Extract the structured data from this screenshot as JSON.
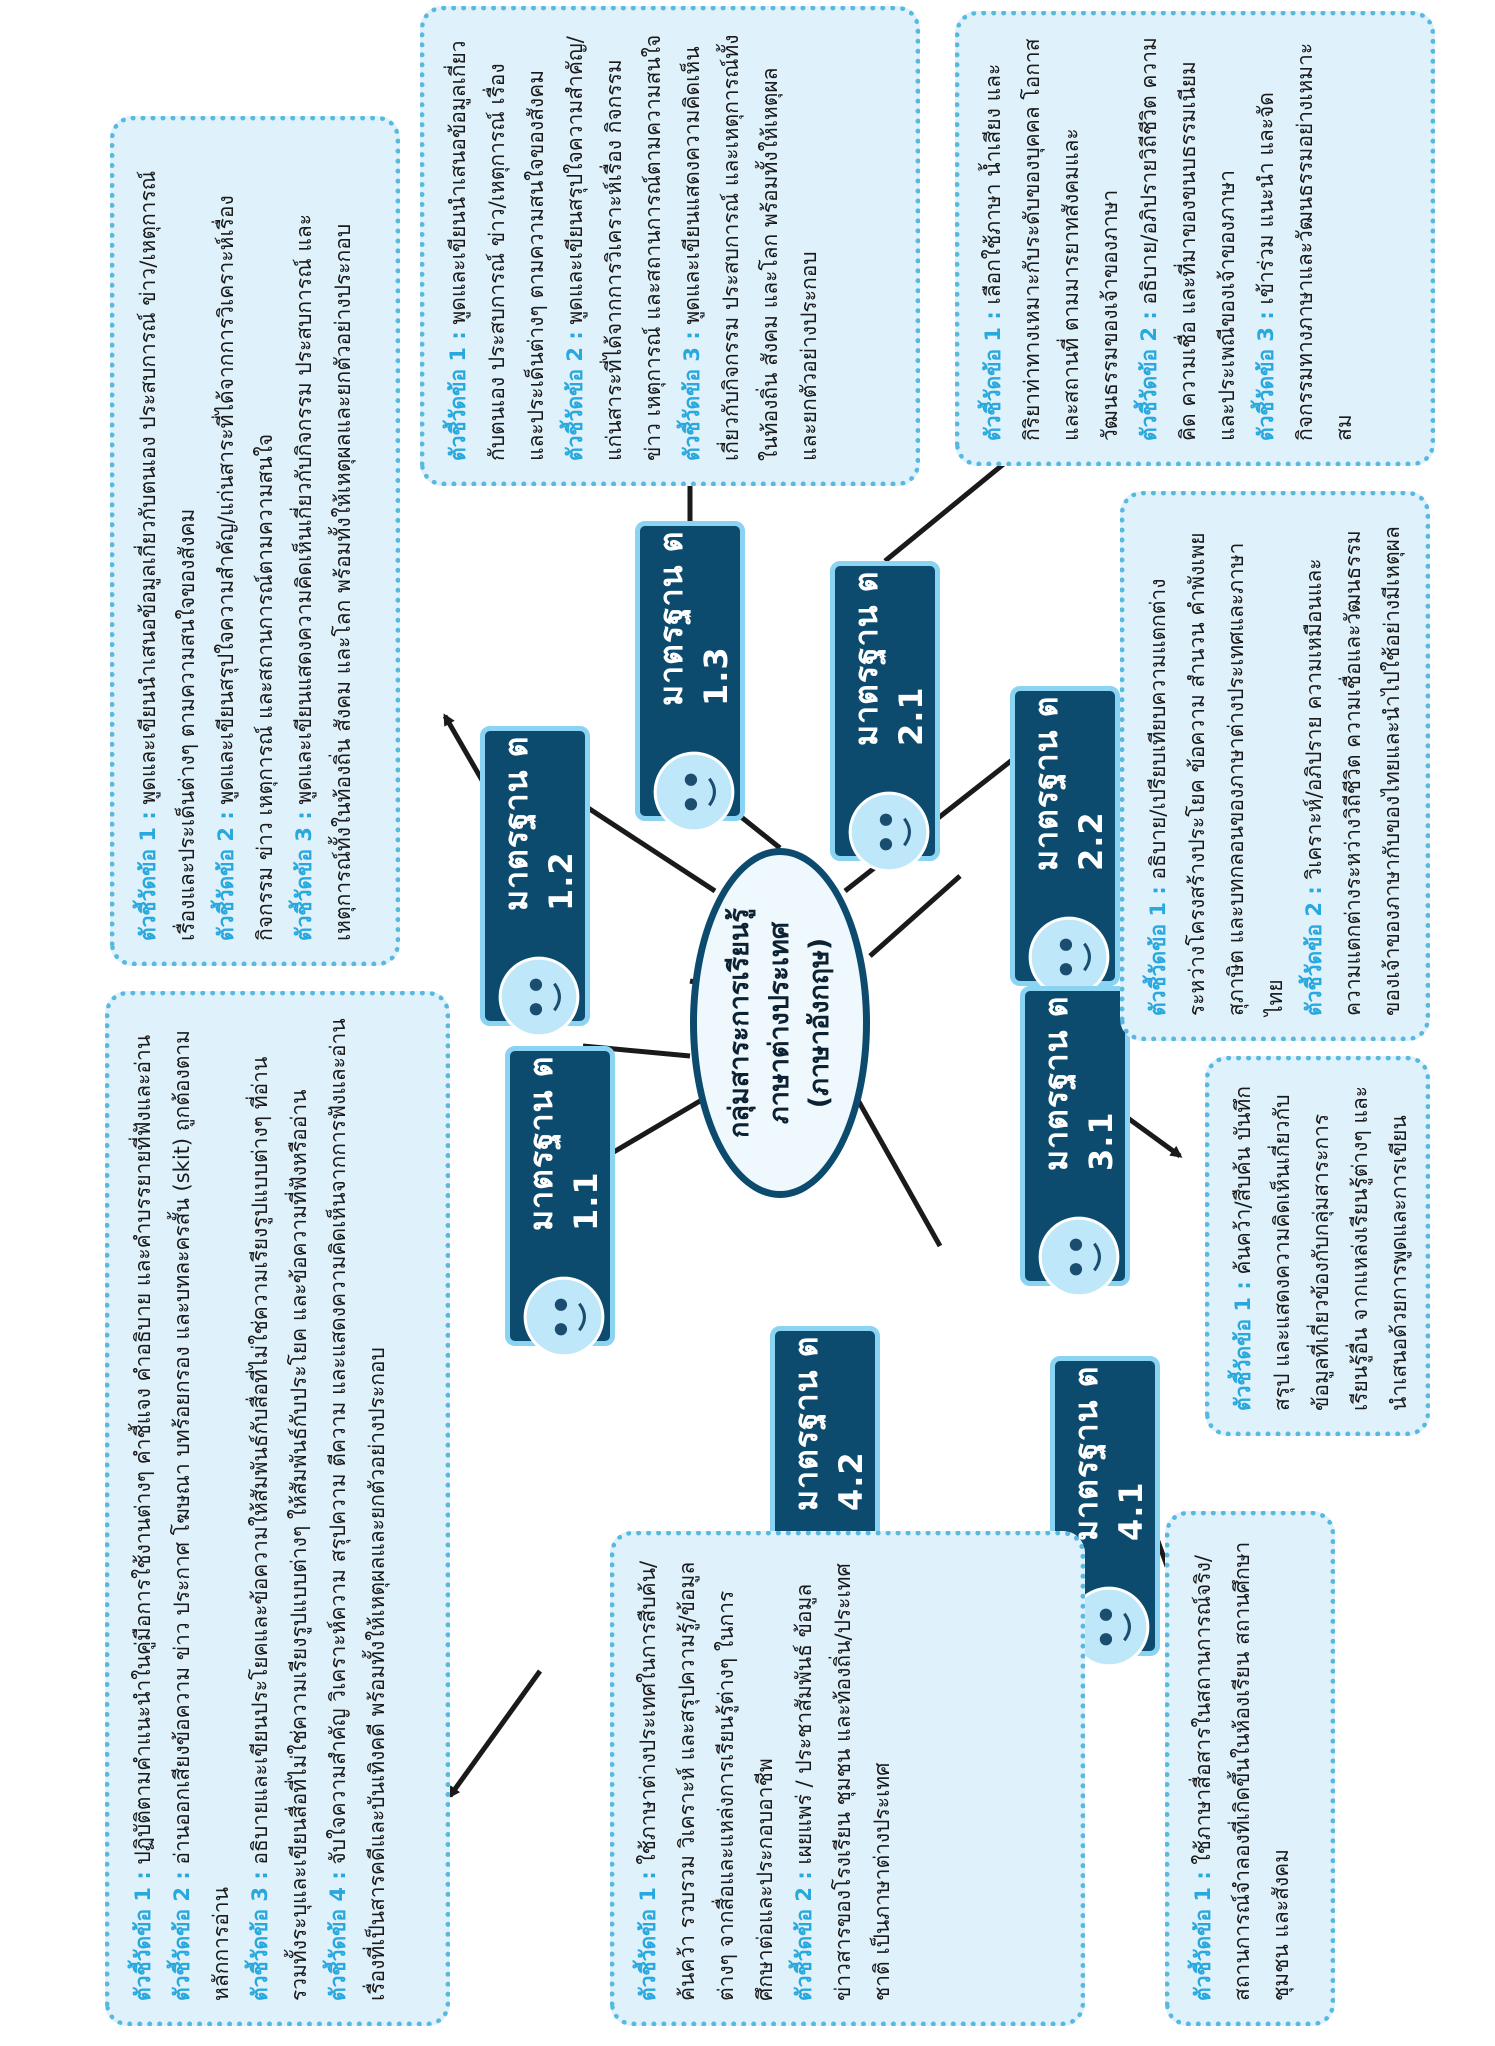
{
  "center": {
    "line1": "กลุ่มสาระการเรียนรู้",
    "line2": "ภาษาต่างประเทศ",
    "line3": "(ภาษาอังกฤษ)"
  },
  "indicator_prefix": "ตัวชี้วัดข้อ",
  "standards": [
    {
      "id": "s11",
      "label": "มาตรฐาน ต 1.1"
    },
    {
      "id": "s12",
      "label": "มาตรฐาน ต 1.2"
    },
    {
      "id": "s13",
      "label": "มาตรฐาน ต 1.3"
    },
    {
      "id": "s21",
      "label": "มาตรฐาน ต 2.1"
    },
    {
      "id": "s22",
      "label": "มาตรฐาน ต 2.2"
    },
    {
      "id": "s31",
      "label": "มาตรฐาน ต 3.1"
    },
    {
      "id": "s41",
      "label": "มาตรฐาน ต 4.1"
    },
    {
      "id": "s42",
      "label": "มาตรฐาน ต 4.2"
    }
  ],
  "boxes": [
    {
      "id": "b11",
      "items": [
        {
          "key": "ตัวชี้วัดข้อ 1 :",
          "text": "ปฏิบัติตามคำแนะนำในคู่มือการใช้งานต่างๆ คำชี้แจง คำอธิบาย และคำบรรยายที่ฟังและอ่าน"
        },
        {
          "key": "ตัวชี้วัดข้อ 2 :",
          "text": "อ่านออกเสียงข้อความ ข่าว ประกาศ โฆษณา บทร้อยกรอง และบทละครสั้น (skit) ถูกต้องตามหลักการอ่าน"
        },
        {
          "key": "ตัวชี้วัดข้อ 3 :",
          "text": "อธิบายและเขียนประโยคและข้อความให้สัมพันธ์กับสื่อที่ไม่ใช่ความเรียงรูปแบบต่างๆ ที่อ่าน รวมทั้งระบุและเขียนสื่อที่ไม่ใช่ความเรียงรูปแบบต่างๆ ให้สัมพันธ์กับประโยค และข้อความที่ฟังหรืออ่าน"
        },
        {
          "key": "ตัวชี้วัดข้อ 4 :",
          "text": "จับใจความสำคัญ วิเคราะห์ความ สรุปความ ตีความ และแสดงความคิดเห็นจากการฟังและอ่านเรื่องที่เป็นสารคดีและบันเทิงคดี พร้อมทั้งให้เหตุผลและยกตัวอย่างประกอบ"
        }
      ]
    },
    {
      "id": "b12",
      "items": [
        {
          "key": "ตัวชี้วัดข้อ 1 :",
          "text": "พูดและเขียนนำเสนอข้อมูลเกี่ยวกับตนเอง ประสบการณ์ ข่าว/เหตุการณ์ เรื่องและประเด็นต่างๆ ตามความสนใจของสังคม"
        },
        {
          "key": "ตัวชี้วัดข้อ 2 :",
          "text": "พูดและเขียนสรุปใจความสำคัญ/แก่นสาระที่ได้จากการวิเคราะห์เรื่อง กิจกรรม ข่าว เหตุการณ์ และสถานการณ์ตามความสนใจ"
        },
        {
          "key": "ตัวชี้วัดข้อ 3 :",
          "text": "พูดและเขียนแสดงความคิดเห็นเกี่ยวกับกิจกรรม ประสบการณ์ และเหตุการณ์ทั้งในท้องถิ่น สังคม และโลก พร้อมทั้งให้เหตุผลและยกตัวอย่างประกอบ"
        }
      ]
    },
    {
      "id": "b13",
      "items": [
        {
          "key": "ตัวชี้วัดข้อ 1 :",
          "text": "พูดและเขียนนำเสนอข้อมูลเกี่ยวกับตนเอง ประสบการณ์ ข่าว/เหตุการณ์ เรื่องและประเด็นต่างๆ ตามความสนใจของสังคม"
        },
        {
          "key": "ตัวชี้วัดข้อ 2 :",
          "text": "พูดและเขียนสรุปใจความสำคัญ/แก่นสาระที่ได้จากการวิเคราะห์เรื่อง กิจกรรม ข่าว เหตุการณ์ และสถานการณ์ตามความสนใจ"
        },
        {
          "key": "ตัวชี้วัดข้อ 3 :",
          "text": "พูดและเขียนแสดงความคิดเห็นเกี่ยวกับกิจกรรม ประสบการณ์ และเหตุการณ์ทั้งในท้องถิ่น สังคม และโลก พร้อมทั้งให้เหตุผลและยกตัวอย่างประกอบ"
        }
      ]
    },
    {
      "id": "b21",
      "items": [
        {
          "key": "ตัวชี้วัดข้อ 1 :",
          "text": "เลือกใช้ภาษา น้ำเสียง และกิริยาท่าทางเหมาะกับระดับของบุคคล โอกาส และสถานที่ ตามมารยาทสังคมและวัฒนธรรมของเจ้าของภาษา"
        },
        {
          "key": "ตัวชี้วัดข้อ 2 :",
          "text": "อธิบาย/อภิปรายวิถีชีวิต ความคิด ความเชื่อ และที่มาของขนบธรรมเนียม และประเพณีของเจ้าของภาษา"
        },
        {
          "key": "ตัวชี้วัดข้อ 3 :",
          "text": "เข้าร่วม แนะนำ และจัดกิจกรรมทางภาษาและวัฒนธรรมอย่างเหมาะสม"
        }
      ]
    },
    {
      "id": "b22",
      "items": [
        {
          "key": "ตัวชี้วัดข้อ 1 :",
          "text": "อธิบาย/เปรียบเทียบความแตกต่างระหว่างโครงสร้างประโยค ข้อความ สำนวน คำพังเพย สุภาษิต และบทกลอนของภาษาต่างประเทศและภาษาไทย"
        },
        {
          "key": "ตัวชี้วัดข้อ 2 :",
          "text": "วิเคราะห์/อภิปราย ความเหมือนและความแตกต่างระหว่างวิถีชีวิต ความเชื่อและวัฒนธรรมของเจ้าของภาษากับของไทยและนำไปใช้อย่างมีเหตุผล"
        }
      ]
    },
    {
      "id": "b31",
      "items": [
        {
          "key": "ตัวชี้วัดข้อ 1 :",
          "text": "ค้นคว้า/สืบค้น บันทึก สรุป และแสดงความคิดเห็นเกี่ยวกับข้อมูลที่เกี่ยวข้องกับกลุ่มสาระการเรียนรู้อื่น จากแหล่งเรียนรู้ต่างๆ และนำเสนอด้วยการพูดและการเขียน"
        }
      ]
    },
    {
      "id": "b41",
      "items": [
        {
          "key": "ตัวชี้วัดข้อ 1 :",
          "text": "ใช้ภาษาสื่อสารในสถานการณ์จริง/สถานการณ์จำลองที่เกิดขึ้นในห้องเรียน สถานศึกษา ชุมชน และสังคม"
        }
      ]
    },
    {
      "id": "b42",
      "items": [
        {
          "key": "ตัวชี้วัดข้อ 1 :",
          "text": "ใช้ภาษาต่างประเทศในการสืบค้น/ค้นคว้า รวบรวม วิเคราะห์ และสรุปความรู้/ข้อมูลต่างๆ จากสื่อและแหล่งการเรียนรู้ต่างๆ ในการศึกษาต่อและประกอบอาชีพ"
        },
        {
          "key": "ตัวชี้วัดข้อ 2 :",
          "text": "เผยแพร่ / ประชาสัมพันธ์ ข้อมูล ข่าวสารของโรงเรียน ชุมชน และท้องถิ่น/ประเทศชาติ เป็นภาษาต่างประเทศ"
        }
      ]
    }
  ],
  "colors": {
    "standard_bg": "#0c4a6e",
    "standard_border": "#8ad3f2",
    "box_bg": "#dff1fb",
    "box_border": "#57b8e0",
    "indicator_label": "#29a8dd"
  }
}
